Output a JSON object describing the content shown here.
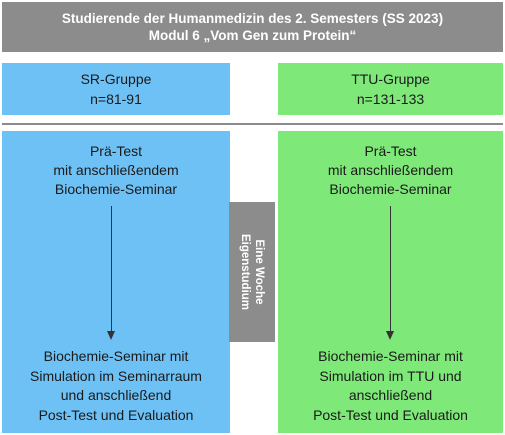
{
  "header": {
    "line1": "Studierende der Humanmedizin des 2. Semesters (SS 2023)",
    "line2": "Modul 6 „Vom Gen zum Protein“"
  },
  "groups": {
    "left": {
      "name": "SR-Gruppe",
      "n": "n=81-91"
    },
    "right": {
      "name": "TTU-Gruppe",
      "n": "n=131-133"
    }
  },
  "left_column": {
    "top": [
      "Prä-Test",
      "mit anschließendem",
      "Biochemie-Seminar"
    ],
    "bottom": [
      "Biochemie-Seminar mit",
      "Simulation im Seminarraum",
      "und anschließend",
      "Post-Test und Evaluation"
    ]
  },
  "right_column": {
    "top": [
      "Prä-Test",
      "mit anschließendem",
      "Biochemie-Seminar"
    ],
    "bottom": [
      "Biochemie-Seminar mit",
      "Simulation im TTU und",
      "anschließend",
      "Post-Test und Evaluation"
    ]
  },
  "self_study": [
    "Eine Woche",
    "Eigenstudium"
  ],
  "colors": {
    "header_gray": "#8c8c8c",
    "sr_blue": "#6ec1f5",
    "ttu_green": "#7ee878"
  }
}
